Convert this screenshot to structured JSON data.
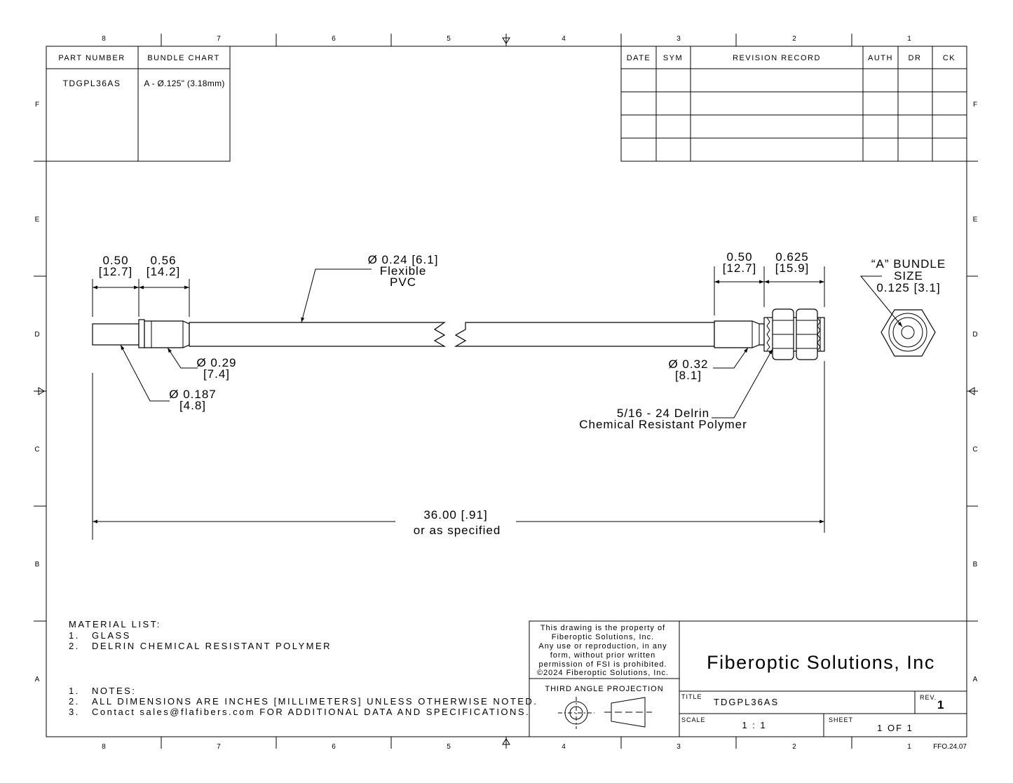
{
  "zones": {
    "columns": [
      "8",
      "7",
      "6",
      "5",
      "4",
      "3",
      "2",
      "1"
    ],
    "rows": [
      "F",
      "E",
      "D",
      "C",
      "B",
      "A"
    ]
  },
  "part_table": {
    "header_part_number": "PART NUMBER",
    "header_bundle_chart": "BUNDLE CHART",
    "part_number": "TDGPL36AS",
    "bundle_chart": "A - Ø.125\" (3.18mm)"
  },
  "revision_table": {
    "headers": [
      "DATE",
      "SYM",
      "REVISION RECORD",
      "AUTH",
      "DR",
      "CK"
    ]
  },
  "dimensions": {
    "tip_length": "0.50",
    "tip_length_mm": "[12.7]",
    "ferrule_length": "0.56",
    "ferrule_length_mm": "[14.2]",
    "cable_dia": "Ø 0.24 [6.1]",
    "cable_line2": "Flexible",
    "cable_line3": "PVC",
    "ferrule_dia": "Ø 0.29",
    "ferrule_dia_mm": "[7.4]",
    "tip_dia": "Ø 0.187",
    "tip_dia_mm": "[4.8]",
    "boot_length": "0.50",
    "boot_length_mm": "[12.7]",
    "thread_length": "0.625",
    "thread_length_mm": "[15.9]",
    "boot_dia": "Ø 0.32",
    "boot_dia_mm": "[8.1]",
    "thread_line1": "5/16 - 24 Delrin",
    "thread_line2": "Chemical Resistant Polymer",
    "bundle_line1": "“A” BUNDLE",
    "bundle_line2": "SIZE",
    "bundle_line3": "0.125 [3.1]",
    "overall": "36.00 [.91]",
    "overall_line2": "or as specified"
  },
  "materials": {
    "title": "MATERIAL LIST:",
    "items": [
      {
        "num": "1.",
        "text": "GLASS"
      },
      {
        "num": "2.",
        "text": "DELRIN CHEMICAL RESISTANT POLYMER"
      }
    ]
  },
  "notes": {
    "items": [
      {
        "num": "1.",
        "text": "NOTES:"
      },
      {
        "num": "2.",
        "text": "ALL DIMENSIONS ARE INCHES [MILLIMETERS] UNLESS OTHERWISE NOTED."
      },
      {
        "num": "3.",
        "text": "Contact sales@flafibers.com FOR ADDITIONAL DATA AND SPECIFICATIONS."
      }
    ]
  },
  "title_block": {
    "property_lines": [
      "This drawing is the property of",
      "Fiberoptic Solutions, Inc.",
      "Any use or reproduction, in any",
      "form, without prior written",
      "permission of FSI is prohibited.",
      "©2024 Fiberoptic Solutions, Inc."
    ],
    "projection": "THIRD ANGLE PROJECTION",
    "company": "Fiberoptic Solutions, Inc",
    "title_label": "TITLE",
    "title": "TDGPL36AS",
    "rev_label": "REV.",
    "rev": "1",
    "scale_label": "SCALE",
    "scale": "1 : 1",
    "sheet_label": "SHEET",
    "sheet": "1  OF 1",
    "form_code": "FFO.24.07"
  }
}
